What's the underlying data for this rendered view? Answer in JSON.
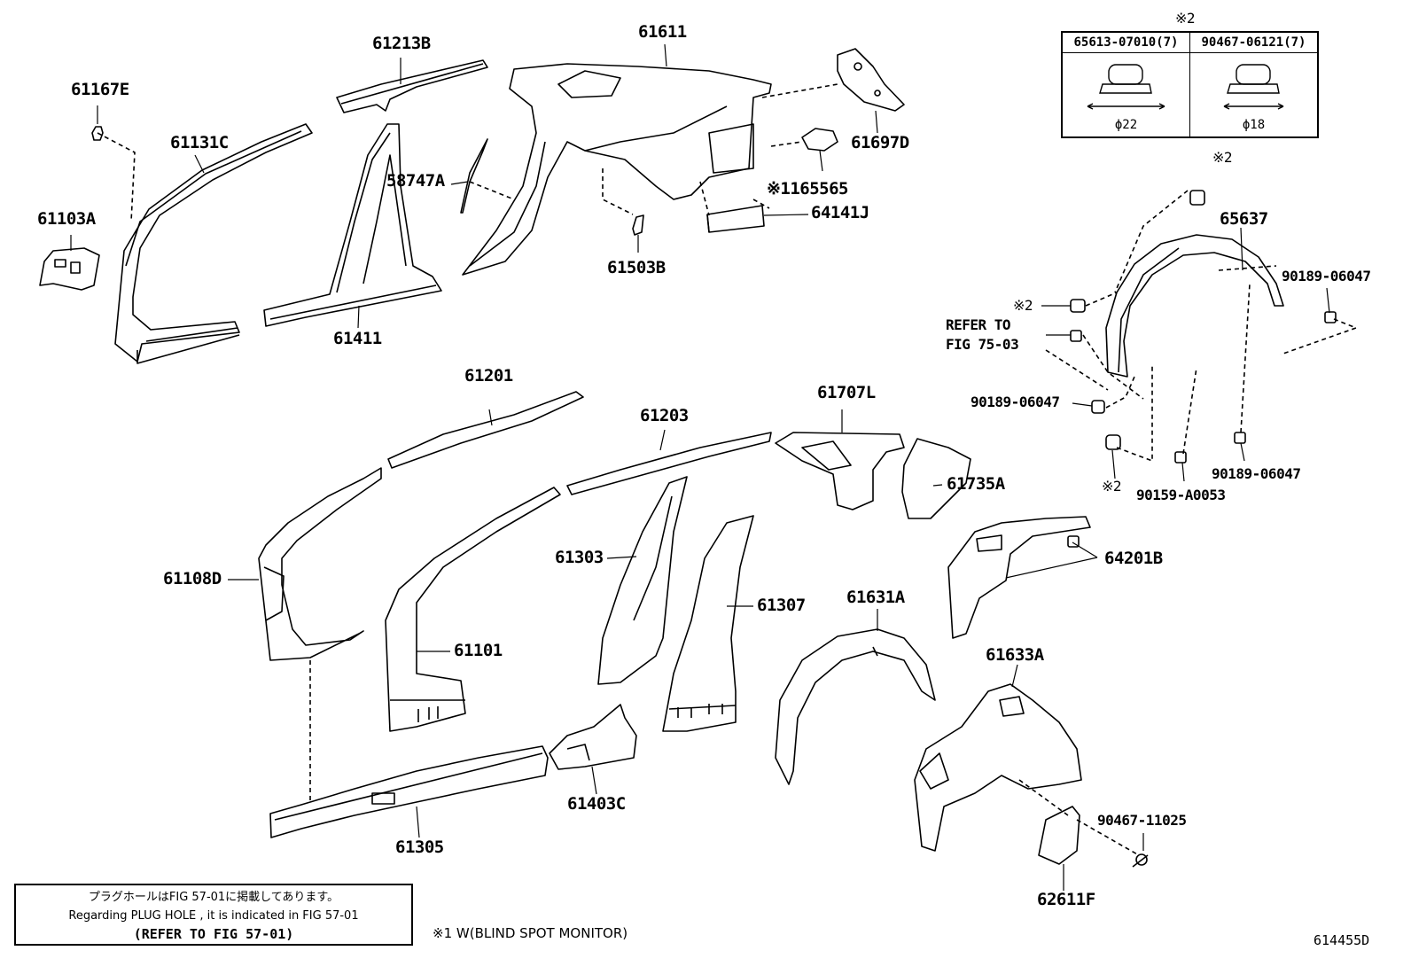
{
  "diagram": {
    "part_labels": {
      "p61167E": "61167E",
      "p61131C": "61131C",
      "p61103A": "61103A",
      "p61213B": "61213B",
      "p61611": "61611",
      "p61697D": "61697D",
      "p58747A": "58747A",
      "p165565": "※1165565",
      "p64141J": "64141J",
      "p61503B": "61503B",
      "p61411": "61411",
      "p65637": "65637",
      "p90189_a": "90189-06047",
      "p_ref": "REFER TO",
      "p_ref2": "FIG 75-03",
      "p90189_b": "90189-06047",
      "p90189_c": "90189-06047",
      "p90159": "90159-A0053",
      "mark2_top": "※2",
      "mark2_left": "※2",
      "mark2_bottom": "※2",
      "p61201": "61201",
      "p61203": "61203",
      "p61707L": "61707L",
      "p61735A": "61735A",
      "p61108D": "61108D",
      "p61303": "61303",
      "p61307": "61307",
      "p61101": "61101",
      "p64201B": "64201B",
      "p61631A": "61631A",
      "p61633A": "61633A",
      "p61403C": "61403C",
      "p61305": "61305",
      "p90467": "90467-11025",
      "p62611F": "62611F"
    },
    "clip_table": {
      "mark": "※2",
      "col1_part": "65613-07010(7)",
      "col2_part": "90467-06121(7)",
      "col1_dim": "ϕ22",
      "col2_dim": "ϕ18"
    },
    "note": {
      "line1": "プラグホールはFIG 57-01に掲載してあります。",
      "line2": "Regarding PLUG HOLE , it is indicated in FIG 57-01",
      "line3": "(REFER TO FIG 57-01)"
    },
    "footnote": "※1 W(BLIND SPOT MONITOR)",
    "figure_id": "614455D"
  }
}
